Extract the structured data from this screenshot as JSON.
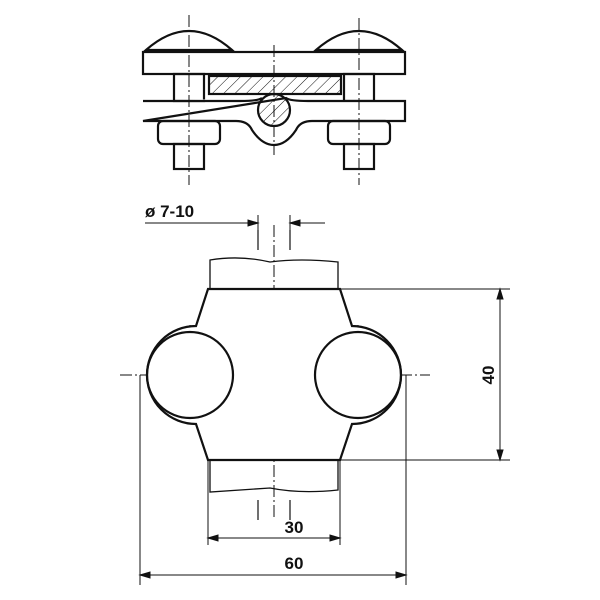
{
  "dimensions": {
    "diameter": "ø 7-10",
    "height": "40",
    "inner_width": "30",
    "total_width": "60"
  },
  "colors": {
    "line": "#111111",
    "background": "#ffffff"
  }
}
